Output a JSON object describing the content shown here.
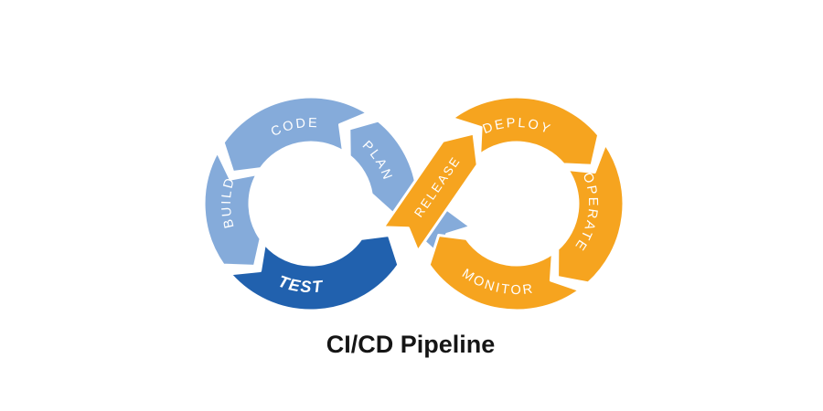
{
  "title": "CI/CD Pipeline",
  "diagram": {
    "type": "devops-infinity-loop",
    "colors": {
      "ci_light": "#85ABDA",
      "ci_dark": "#2161AE",
      "cd_orange": "#F6A41F",
      "label": "#FFFFFF",
      "title": "#151515"
    },
    "stages": [
      {
        "id": "plan",
        "label": "PLAN",
        "phase": "continuous-integration",
        "color_key": "ci_light"
      },
      {
        "id": "code",
        "label": "CODE",
        "phase": "continuous-integration",
        "color_key": "ci_light"
      },
      {
        "id": "build",
        "label": "BUILD",
        "phase": "continuous-integration",
        "color_key": "ci_light"
      },
      {
        "id": "test",
        "label": "TEST",
        "phase": "continuous-integration",
        "color_key": "ci_dark"
      },
      {
        "id": "release",
        "label": "RELEASE",
        "phase": "continuous-delivery",
        "color_key": "cd_orange"
      },
      {
        "id": "deploy",
        "label": "DEPLOY",
        "phase": "continuous-delivery",
        "color_key": "cd_orange"
      },
      {
        "id": "operate",
        "label": "OPERATE",
        "phase": "continuous-delivery",
        "color_key": "cd_orange"
      },
      {
        "id": "monitor",
        "label": "MONITOR",
        "phase": "continuous-delivery",
        "color_key": "cd_orange"
      }
    ]
  }
}
